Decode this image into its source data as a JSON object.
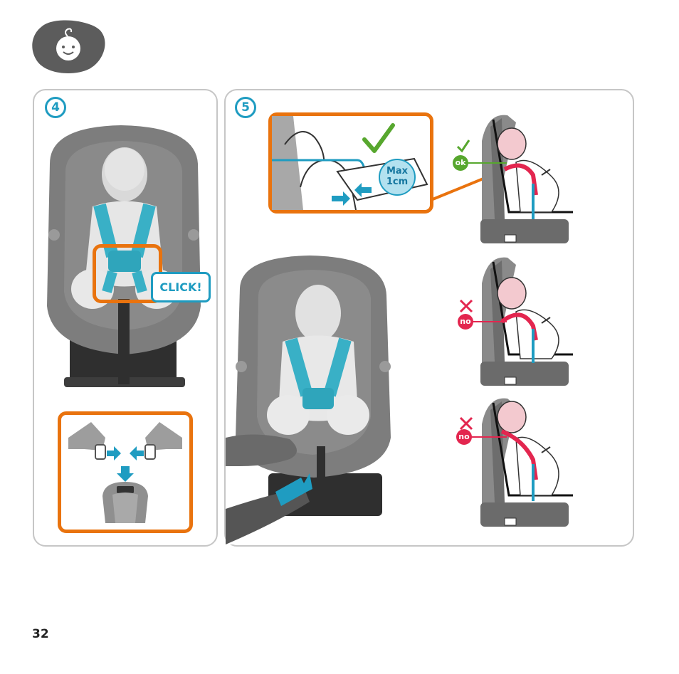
{
  "page": {
    "number": "32"
  },
  "step4": {
    "number": "4",
    "click_label": "CLICK!"
  },
  "step5": {
    "number": "5",
    "max_label_line1": "Max",
    "max_label_line2": "1cm",
    "ok_label": "ok",
    "no_label_1": "no",
    "no_label_2": "no"
  },
  "icons": {
    "header": "baby-face-icon",
    "check": "checkmark-icon",
    "cross": "cross-icon",
    "arrow": "arrow-icon"
  },
  "colors": {
    "accent_blue": "#1f9cc1",
    "accent_orange": "#e9730e",
    "ok_green": "#57a72e",
    "no_red": "#e3264f",
    "strap_red": "#e3264f",
    "seat_gray": "#7d7d7d",
    "harness_teal": "#39b0c6"
  }
}
